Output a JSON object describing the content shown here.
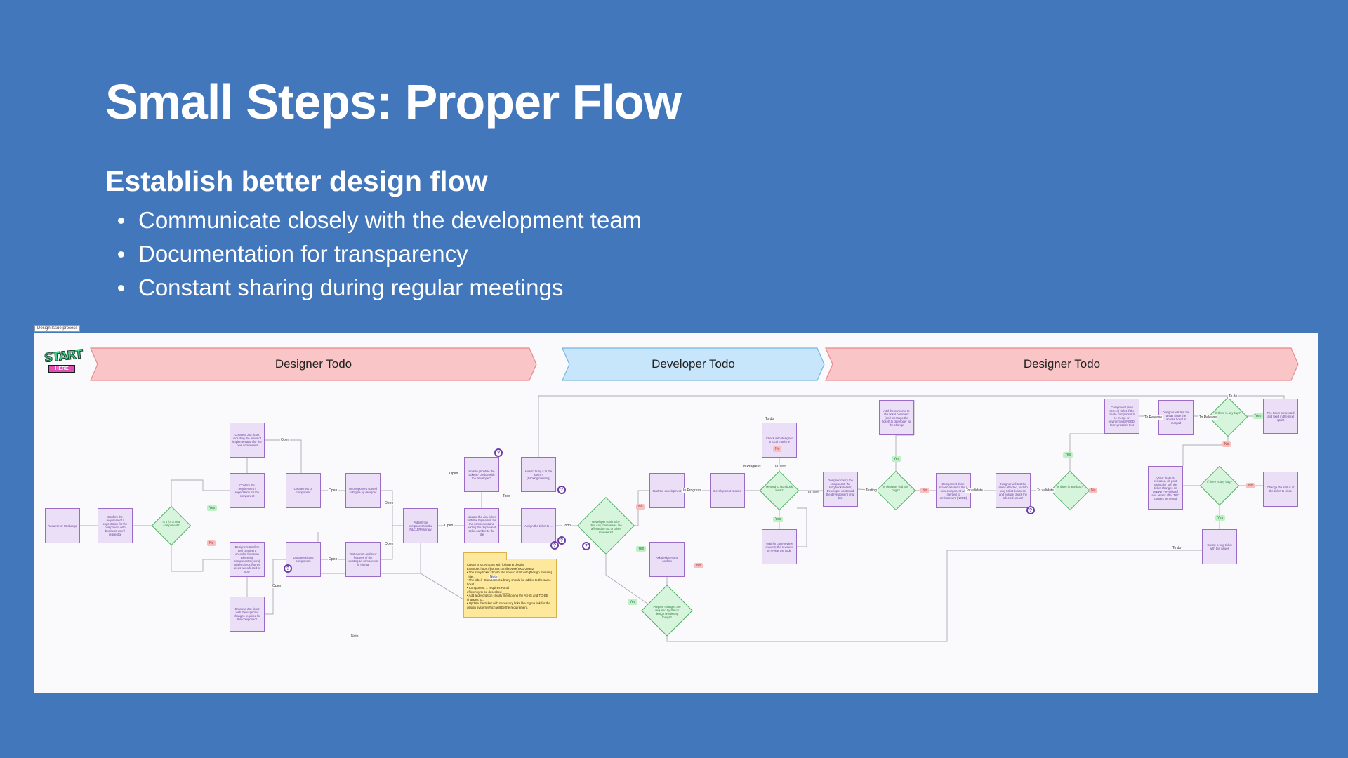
{
  "title": "Small Steps:  Proper Flow",
  "subtitle": "Establish better design flow",
  "bullets": [
    "Communicate closely with the development team",
    "Documentation for transparency",
    "Constant sharing during regular meetings"
  ],
  "board": {
    "tag": "Design Issue process",
    "start_word": "START",
    "start_ribbon": "HERE",
    "lanes": [
      "Designer Todo",
      "Developer Todo",
      "Designer Todo"
    ],
    "nodes": [
      "Request for UI change",
      "Confirm the requirement / expectation for the component with business user / requestor",
      "Create a Jira ticket including the areas of implementation for the new component",
      "Confirm the requirement / expectation for the component",
      "Create new UI component",
      "UI component started in Figma by designer",
      "Designers Confirm and creating a checklist for areas where the component's (extra) pixels check if other areas are affected or not?",
      "Create a Jira ticket with the expected changes required for the component",
      "Update existing component",
      "Test current and new features of the existing UI component in Figma",
      "Publish the components in the F&C-JIRA library",
      "How to prioritize the tickets? Decide with the developer?",
      "Update the Jira ticket with the Figma link for the component and adding the dependent ticket number to the title",
      "How to bring it to the sprint? (backlog/meeting)",
      "Assign the ticket to ...",
      "Start the development",
      "Development is done",
      "Ask designer and confirm",
      "Check with designer in local machine",
      "Wait for code review request; the reviewer to review the code",
      "Designer check the component; the storybook details; Developer continued the development of at last",
      "Add the concerns to the ticket comment (and message the ticket) to developer for the change",
      "Component done; screen related if the a new component are merged to environment (NEED)",
      "Designer will test the areas affected, test do any ticket business and ensure check the affected areas?",
      "Component (and screen) ticket if the create component to be merge on environment (NEED) for regression test",
      "Designer will test the areas since the access ticket is merged",
      "The ticket is reverted and fixed in the next sprint",
      "Once ticket is released, do post testing for (all) the ticket changes on (NEW) Prevail staff and assets after T&C content be tested",
      "Change the status of the ticket to close",
      "Create a bug ticket with the issues"
    ],
    "decisions": [
      "Is it for a new component?",
      "Developer confirm by dev, Any more areas are affected to not or other reviewers?",
      "Prepare changes are required by the UI design or missing things?",
      "Merged to storybook local?",
      "Is designer find any bugs?",
      "Is there is any bug?",
      "If there is any bug?",
      "If there is any bug?"
    ],
    "note_lines": [
      "Create a Story ticket with following details,",
      "Example: https://jira.xxx.com/browse/SKU-29882",
      "• The story ticket should title should start with [Design System] Title...",
      "• The label - Component Library should be added to the same ticket",
      "• Component ... requires Portal",
      "  efficiency to be described ____",
      "• Add a description clearly mentioning the AS-IS and TO-BE changes to...",
      "• Update the ticket with necessary links like Figma link for the design system which will be the requirement."
    ],
    "edge_labels": [
      "Yes",
      "No",
      "Open",
      "Open",
      "Open",
      "Open",
      "Open",
      "Open",
      "Open",
      "Open",
      "Todo",
      "Todo",
      "Note",
      "Note",
      "In Progress",
      "In Progress",
      "To Test",
      "To Test",
      "Testing",
      "To validate",
      "To validate",
      "To Release",
      "To Release",
      "To do",
      "To do",
      "To do"
    ],
    "yes_label": "Yes",
    "no_label": "No"
  },
  "colors": {
    "background": "#4377bc",
    "lane_designer": "#fac5c7",
    "lane_developer": "#c8e6fb",
    "node_fill": "#eadff7",
    "node_border": "#9b6bc7",
    "decision_fill": "#d7f5dc",
    "decision_border": "#4fae63",
    "note_fill": "#fde89b"
  },
  "icons": [
    "start-here-badge",
    "comment-pin-icon"
  ]
}
